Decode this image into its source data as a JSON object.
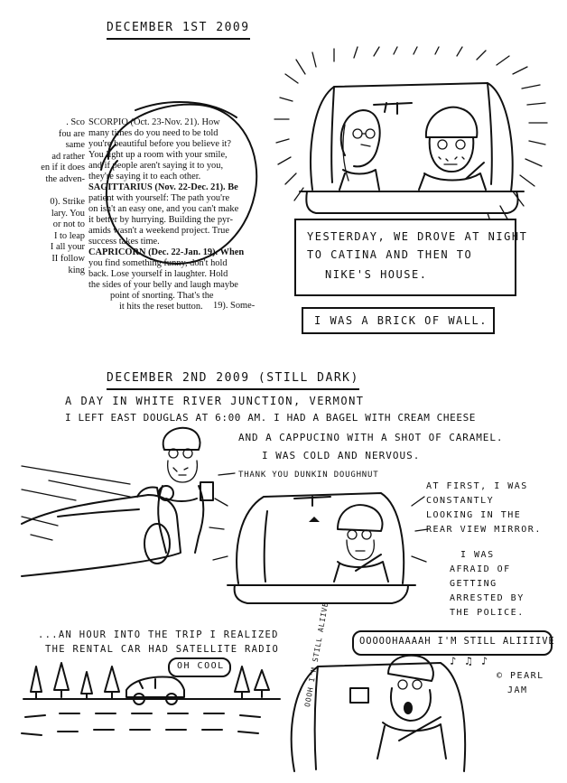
{
  "page": {
    "date_1": "December 1st 2009",
    "date_2": "December 2nd 2009 (still dark)"
  },
  "horoscope": {
    "lines_left": [
      ". Sco",
      "fou are",
      "same",
      "ad rather",
      "en if it does",
      "the adven-",
      "",
      "0). Strike",
      "lary. You",
      "or not to",
      "I to leap",
      "I all your",
      "II follow",
      "king"
    ],
    "lines_right": [
      "SCORPIO (Oct. 23-Nov. 21). How",
      "many times do you need to be told",
      "you're beautiful before you believe it?",
      "You light up a room with your smile,",
      "and if people aren't saying it to you,",
      "they're saying it to each other.",
      "SAGITTARIUS (Nov. 22-Dec. 21). Be",
      "patient with yourself: The path you're",
      "on isn't an easy one, and you can't make",
      "it better by hurrying. Building the pyr-",
      "amids wasn't a weekend project. True",
      "success takes time.",
      "CAPRICORN (Dec. 22-Jan. 19). When",
      "you find something funny, don't hold",
      "back. Lose yourself in laughter. Hold",
      "the sides of your belly and laugh maybe",
      "point of snorting. That's the",
      "it hits the reset button.",
      "19). Some-"
    ]
  },
  "panel1": {
    "caption": "Yesterday, we drove at night to Catina and then to Nike's house.",
    "caption_lines": [
      "Yesterday, we drove at night",
      "to Catina and then to",
      "Nike's house."
    ],
    "box2": "I was a brick of wall."
  },
  "day2": {
    "line1": "A day in White River Junction, Vermont",
    "line2": "I left East Douglas at 6:00 AM. I had a bagel with cream cheese",
    "line3": "and a cappucino with a shot of caramel.",
    "line4": "I was cold and nervous.",
    "thanks": "Thank you Dunkin Doughnut",
    "rearview": [
      "At first, I was",
      "constantly",
      "looking in the",
      "rear view mirror."
    ],
    "afraid": [
      "I was",
      "afraid of",
      "getting",
      "arrested by",
      "the police."
    ],
    "trip": [
      "...an hour into the trip I realized",
      "the rental car had satellite radio"
    ],
    "oh_cool": "Oh cool",
    "singing": "Ooooohaaaah I'm still aliiiive",
    "radio_label": "Oooh I'm still aliive",
    "credit": [
      "© Pearl",
      "Jam"
    ]
  }
}
